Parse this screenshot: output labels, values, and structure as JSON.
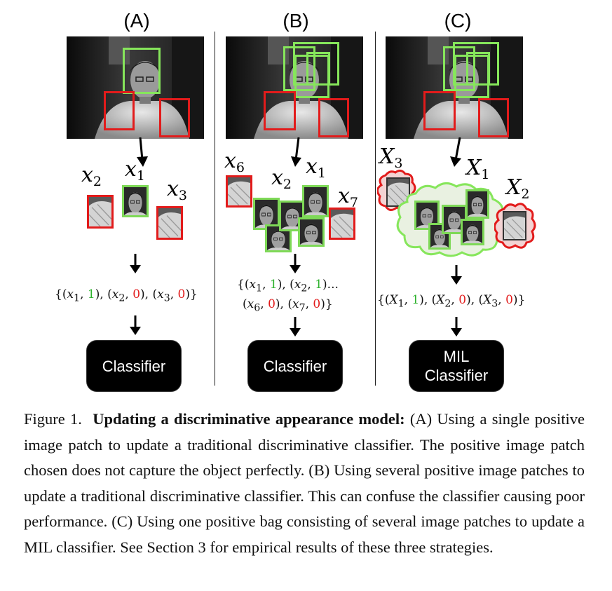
{
  "panels": [
    {
      "title": "(A)",
      "set_text": "{(x1, 1), (x2, 0), (x3, 0)}",
      "classifier_label": "Classifier"
    },
    {
      "title": "(B)",
      "set_line1": "{(x1, 1), (x2, 1)...",
      "set_line2": "(x6, 0), (x7, 0)}",
      "classifier_label": "Classifier"
    },
    {
      "title": "(C)",
      "set_text": "{(X1, 1), (X2, 0), (X3, 0)}",
      "classifier_label_line1": "MIL",
      "classifier_label_line2": "Classifier"
    }
  ],
  "labels": {
    "a_x2": "x",
    "a_x2_sub": "2",
    "a_x1": "x",
    "a_x1_sub": "1",
    "a_x3": "x",
    "a_x3_sub": "3",
    "b_x6": "x",
    "b_x6_sub": "6",
    "b_x2": "x",
    "b_x2_sub": "2",
    "b_x1": "x",
    "b_x1_sub": "1",
    "b_x7": "x",
    "b_x7_sub": "7",
    "c_X3": "X",
    "c_X3_sub": "3",
    "c_X1": "X",
    "c_X1_sub": "1",
    "c_X2": "X",
    "c_X2_sub": "2"
  },
  "sets": {
    "a": {
      "open": "{(",
      "x1": "x",
      "x1s": "1",
      "v1": "1",
      "m1": "), (",
      "x2": "x",
      "x2s": "2",
      "v2": "0",
      "m2": "), (",
      "x3": "x",
      "x3s": "3",
      "v3": "0",
      "close": ")}"
    },
    "b1": {
      "open": "{(",
      "x1": "x",
      "x1s": "1",
      "v1": "1",
      "m1": "), (",
      "x2": "x",
      "x2s": "2",
      "v2": "1",
      "close": ")..."
    },
    "b2": {
      "open": "(",
      "x6": "x",
      "x6s": "6",
      "v6": "0",
      "m": "), (",
      "x7": "x",
      "x7s": "7",
      "v7": "0",
      "close": ")}"
    },
    "c": {
      "open": "{(",
      "X1": "X",
      "X1s": "1",
      "v1": "1",
      "m1": "), (",
      "X2": "X",
      "X2s": "2",
      "v2": "0",
      "m2": "), (",
      "X3": "X",
      "X3s": "3",
      "v3": "0",
      "close": ")}"
    }
  },
  "caption": {
    "figure_label": "Figure 1.",
    "bold_title": "Updating a discriminative appearance model:",
    "body": " (A) Using a single positive image patch to update a traditional discriminative classifier. The positive image patch chosen does not capture the object perfectly. (B) Using several positive image patches to update a traditional discriminative classifier. This can confuse the classifier causing poor performance. (C) Using one positive bag consisting of several image patches to update a MIL classifier. See Section 3 for empirical results of these three strategies."
  },
  "colors": {
    "positive": "#7ed957",
    "negative": "#e21b1b",
    "button": "#000000"
  }
}
